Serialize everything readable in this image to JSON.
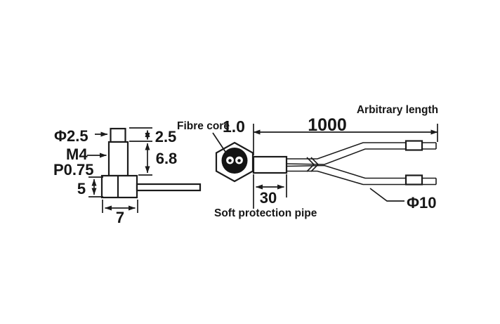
{
  "diagram_colors": {
    "line": "#1b1b1b",
    "background": "#ffffff"
  },
  "side_view": {
    "tip_diameter_label": "Φ2.5",
    "thread_label": "M4",
    "pitch_label": "P0.75",
    "tip_length": "2.5",
    "thread_length": "6.8",
    "base_height": "5",
    "base_width": "7"
  },
  "section_view": {
    "fibre_core_label": "Fibre core",
    "core_diameter": "1.0",
    "pipe_length": "30",
    "pipe_label": "Soft protection pipe"
  },
  "cable": {
    "fixed_length": "1000",
    "length_note": "Arbitrary length",
    "cable_diameter": "Φ10"
  }
}
